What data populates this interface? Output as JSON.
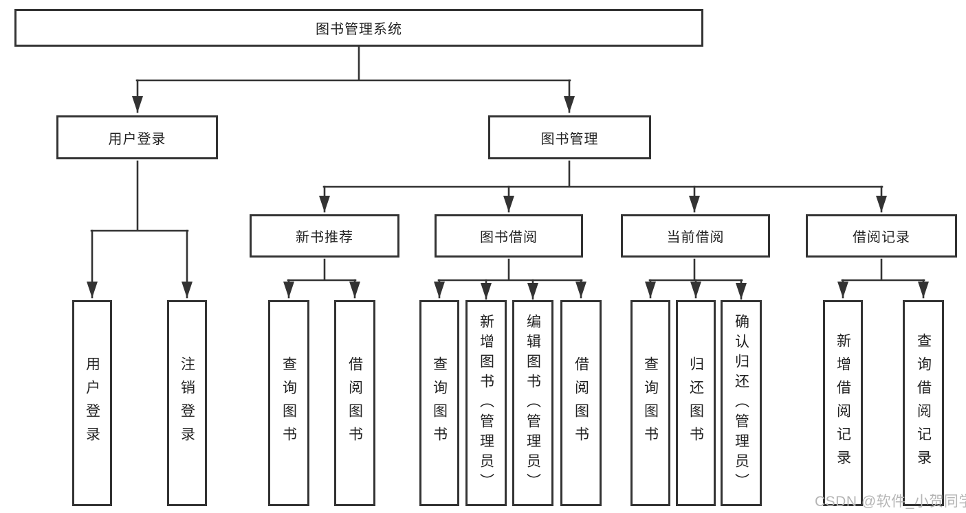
{
  "tree": {
    "root": {
      "label": "图书管理系统",
      "children": [
        {
          "label": "用户登录",
          "children": [
            {
              "label": "用户登录"
            },
            {
              "label": "注销登录"
            }
          ]
        },
        {
          "label": "图书管理",
          "children": [
            {
              "label": "新书推荐",
              "children": [
                {
                  "label": "查询图书"
                },
                {
                  "label": "借阅图书"
                }
              ]
            },
            {
              "label": "图书借阅",
              "children": [
                {
                  "label": "查询图书"
                },
                {
                  "label": "新增图书（管理员）"
                },
                {
                  "label": "编辑图书（管理员）"
                },
                {
                  "label": "借阅图书"
                }
              ]
            },
            {
              "label": "当前借阅",
              "children": [
                {
                  "label": "查询图书"
                },
                {
                  "label": "归还图书"
                },
                {
                  "label": "确认归还（管理员）"
                }
              ]
            },
            {
              "label": "借阅记录",
              "children": [
                {
                  "label": "新增借阅记录"
                },
                {
                  "label": "查询借阅记录"
                }
              ]
            }
          ]
        }
      ]
    }
  },
  "watermark": {
    "text": "CSDN @软件_小贺同学"
  },
  "colors": {
    "line": "#333333",
    "box_border": "#333333",
    "text": "#222222",
    "watermark": "#b5b5b5",
    "background": "#ffffff"
  }
}
